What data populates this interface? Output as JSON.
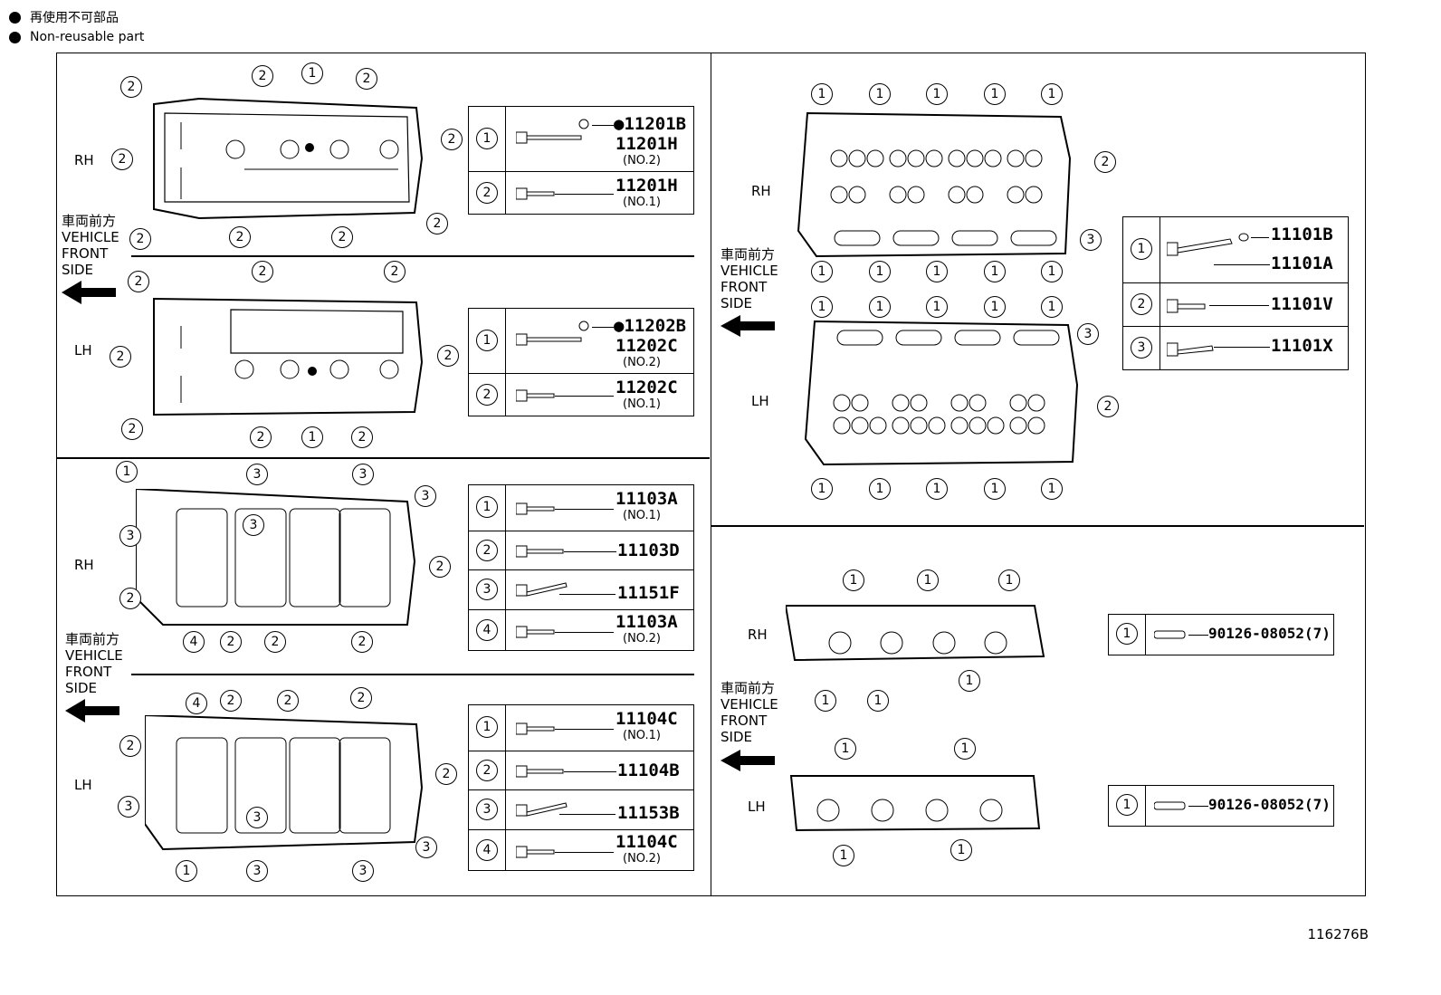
{
  "legend": [
    {
      "text": "再使用不可部品"
    },
    {
      "text": "Non-reusable part"
    }
  ],
  "sides": {
    "rh": "RH",
    "lh": "LH"
  },
  "vehicle_front": {
    "jp": "車両前方",
    "l1": "VEHICLE",
    "l2": "FRONT",
    "l3": "SIDE"
  },
  "circle_labels": {
    "c1": "1",
    "c2": "2",
    "c3": "3",
    "c4": "4"
  },
  "panel_cover_rh": {
    "rows": [
      {
        "index": "1",
        "part_main": "●11201B",
        "part_2": "11201H",
        "note": "(NO.2)"
      },
      {
        "index": "2",
        "part_main": "11201H",
        "note": "(NO.1)"
      }
    ]
  },
  "panel_cover_lh": {
    "rows": [
      {
        "index": "1",
        "part_main": "●11202B",
        "part_2": "11202C",
        "note": "(NO.2)"
      },
      {
        "index": "2",
        "part_main": "11202C",
        "note": "(NO.1)"
      }
    ]
  },
  "panel_case_rh": {
    "rows": [
      {
        "index": "1",
        "part_main": "11103A",
        "note": "(NO.1)"
      },
      {
        "index": "2",
        "part_main": "11103D"
      },
      {
        "index": "3",
        "part_main": "11151F"
      },
      {
        "index": "4",
        "part_main": "11103A",
        "note": "(NO.2)"
      }
    ]
  },
  "panel_case_lh": {
    "rows": [
      {
        "index": "1",
        "part_main": "11104C",
        "note": "(NO.1)"
      },
      {
        "index": "2",
        "part_main": "11104B"
      },
      {
        "index": "3",
        "part_main": "11153B"
      },
      {
        "index": "4",
        "part_main": "11104C",
        "note": "(NO.2)"
      }
    ]
  },
  "panel_head": {
    "rows": [
      {
        "index": "1",
        "part_main": "11101B",
        "part_2": "11101A"
      },
      {
        "index": "2",
        "part_main": "11101V"
      },
      {
        "index": "3",
        "part_main": "11101X"
      }
    ]
  },
  "panel_stud_rh": {
    "index": "1",
    "part": "90126-08052(7)"
  },
  "panel_stud_lh": {
    "index": "1",
    "part": "90126-08052(7)"
  },
  "figure_number": "116276B"
}
